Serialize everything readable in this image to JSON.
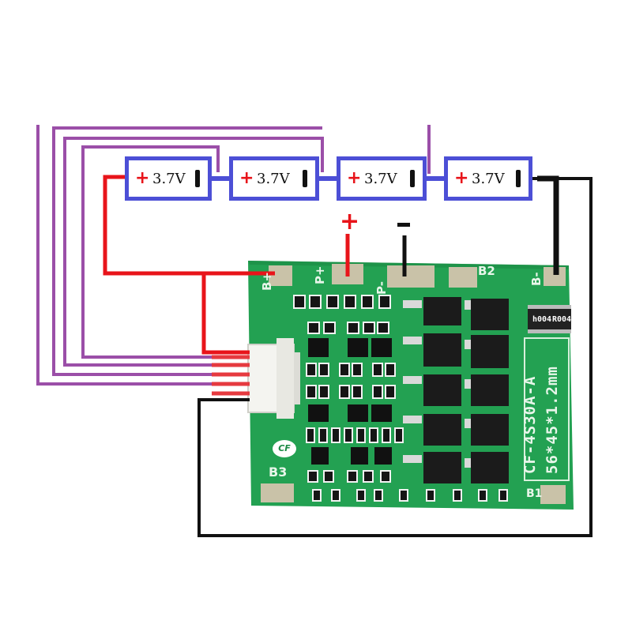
{
  "diagram": {
    "batteries": [
      {
        "voltage": "3.7V",
        "plus": "+"
      },
      {
        "voltage": "3.7V",
        "plus": "+"
      },
      {
        "voltage": "3.7V",
        "plus": "+"
      },
      {
        "voltage": "3.7V",
        "plus": "+"
      }
    ],
    "wire_signs": {
      "plus": "+"
    },
    "board": {
      "labels": {
        "b_plus": "B+",
        "p_plus": "P+",
        "p_minus": "P-",
        "b2": "B2",
        "b_minus": "B-",
        "b3": "B3",
        "b1": "B1",
        "model": "CF-4S30A-A",
        "size": "56*45*1.2mm",
        "resistor_1": "h004",
        "resistor_2": "R004",
        "logo": "CF"
      }
    },
    "colors": {
      "battery_border": "#4c4fd6",
      "balance_wire": "#9b4fa8",
      "positive_wire": "#e8141a",
      "negative_wire": "#111111",
      "pcb_green": "#23a152",
      "mosfet": "#1b1b1b"
    }
  }
}
